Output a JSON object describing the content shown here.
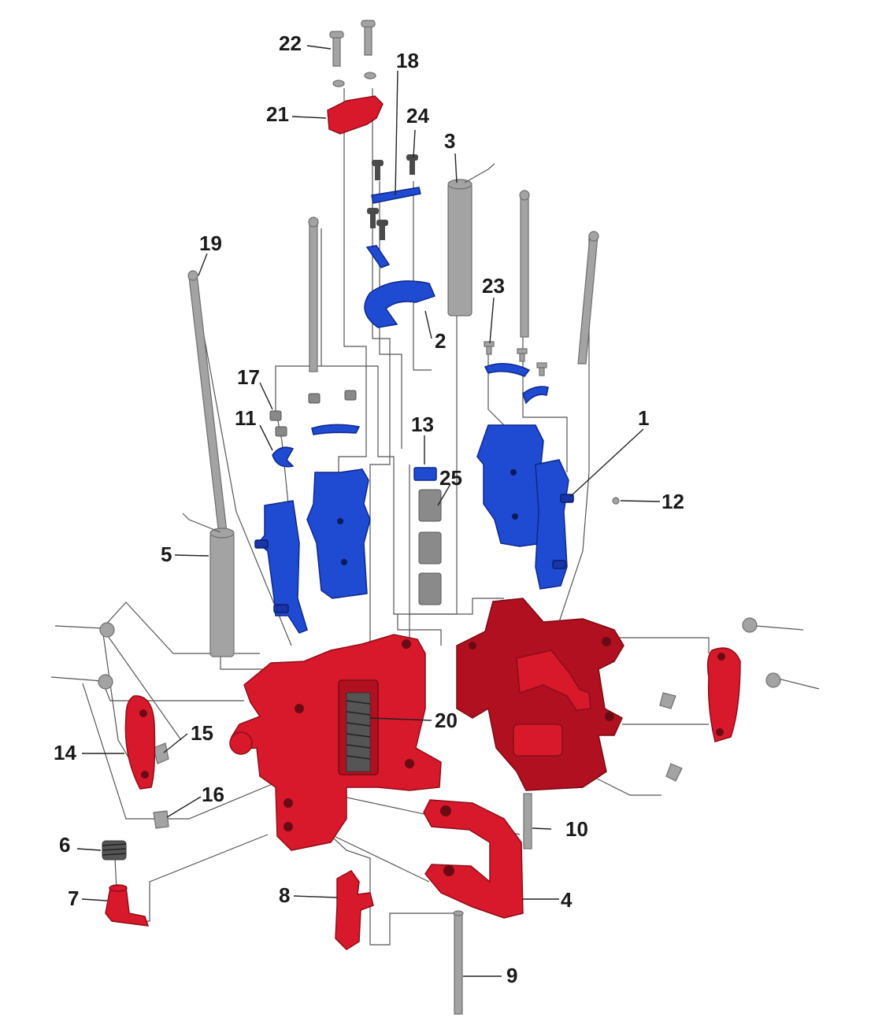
{
  "diagram": {
    "part_labels": [
      "1",
      "2",
      "3",
      "4",
      "5",
      "6",
      "7",
      "8",
      "9",
      "10",
      "11",
      "12",
      "13",
      "14",
      "15",
      "16",
      "17",
      "18",
      "19",
      "20",
      "21",
      "22",
      "23",
      "24",
      "25"
    ],
    "colors": {
      "housing": "#d8192c",
      "slips": "#1e4bd2",
      "hardware": "#a3a3a3",
      "springs": "#555555"
    }
  }
}
